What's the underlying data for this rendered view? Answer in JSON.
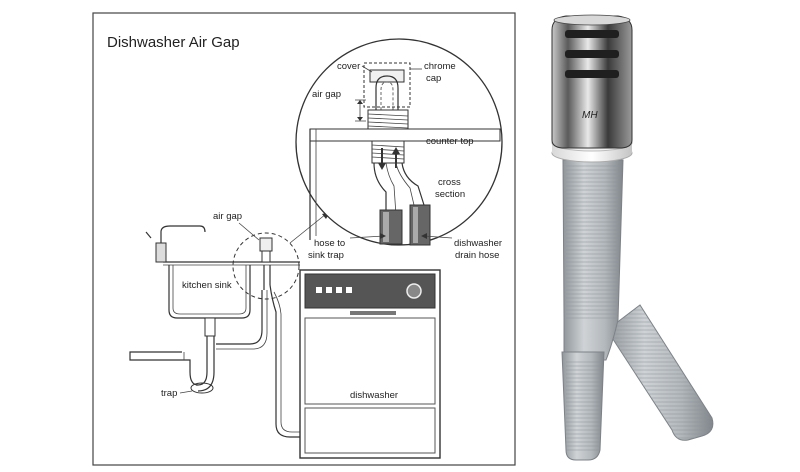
{
  "diagram": {
    "title": "Dishwasher Air Gap",
    "labels": {
      "cover": "cover",
      "chrome_cap_1": "chrome",
      "chrome_cap_2": "cap",
      "air_gap_detail": "air gap",
      "counter_top": "counter top",
      "cross_section_1": "cross",
      "cross_section_2": "section",
      "hose_to_sink_trap_1": "hose to",
      "hose_to_sink_trap_2": "sink trap",
      "dishwasher_drain_hose_1": "dishwasher",
      "dishwasher_drain_hose_2": "drain hose",
      "air_gap": "air gap",
      "kitchen_sink": "kitchen sink",
      "trap": "trap",
      "dishwasher": "dishwasher"
    }
  },
  "photo": {
    "cap_engraving": "MH"
  },
  "colors": {
    "line": "#333333",
    "hose": "#b9bec3",
    "hose_shadow": "#8d9398",
    "chrome_dark": "#2f2f2f",
    "chrome_light": "#e8e8e8"
  }
}
